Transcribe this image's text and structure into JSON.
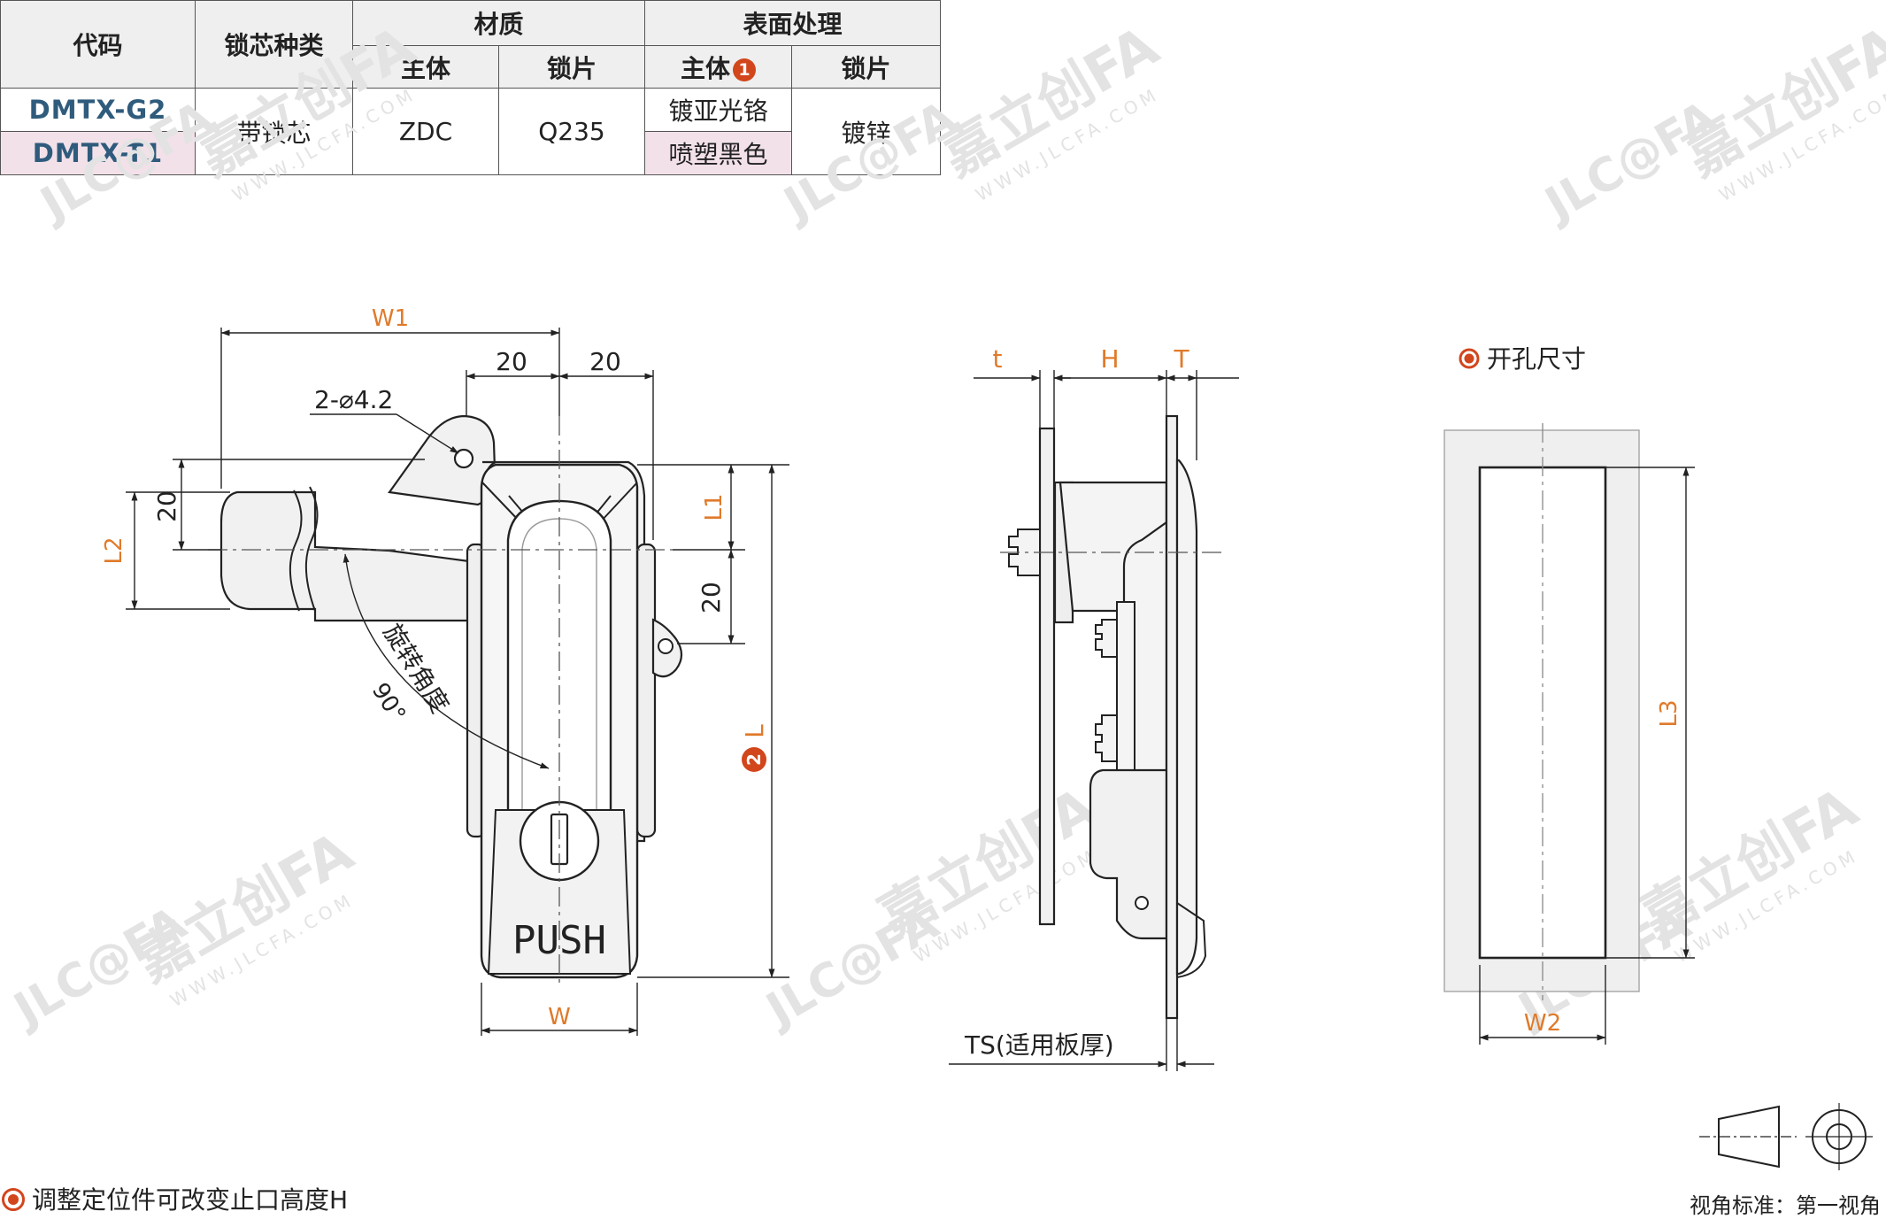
{
  "table": {
    "h_code": "代码",
    "h_core": "锁芯种类",
    "h_material": "材质",
    "h_surface": "表面处理",
    "h_body": "主体",
    "h_plate": "锁片",
    "h_body2": "主体",
    "h_body2_badge": "1",
    "h_plate2": "锁片",
    "rows": [
      {
        "code": "DMTX-G2",
        "core": "带锁芯",
        "body_mat": "ZDC",
        "plate_mat": "Q235",
        "body_surface": "镀亚光铬",
        "plate_surface": "镀锌"
      },
      {
        "code": "DMTX-T1",
        "body_surface": "喷塑黑色"
      }
    ]
  },
  "front_view": {
    "w1": "W1",
    "dim20a": "20",
    "dim20b": "20",
    "holes": "2-⌀4.2",
    "dim20_left": "20",
    "l2": "L2",
    "l1": "L1",
    "dim20_right": "20",
    "rotation": "旋转角度",
    "angle": "90°",
    "push": "PUSH",
    "l_badge": "2",
    "l": "L",
    "w": "W"
  },
  "side_view": {
    "t": "t",
    "h": "H",
    "T": "T",
    "ts": "TS(适用板厚)"
  },
  "cutout": {
    "title": "开孔尺寸",
    "l3": "L3",
    "w2": "W2"
  },
  "footer": {
    "note": "调整定位件可改变止口高度H",
    "projection": "视角标准：第一视角"
  },
  "watermark": {
    "brand": "嘉立创FA",
    "url": "WWW.JLCFA.COM",
    "logo": "JLC@FA"
  },
  "colors": {
    "dimension": "#e07a2a",
    "badge": "#d2461c",
    "code": "#2f5b7c",
    "pink_row": "#f3e1ea",
    "header": "#efefef"
  }
}
